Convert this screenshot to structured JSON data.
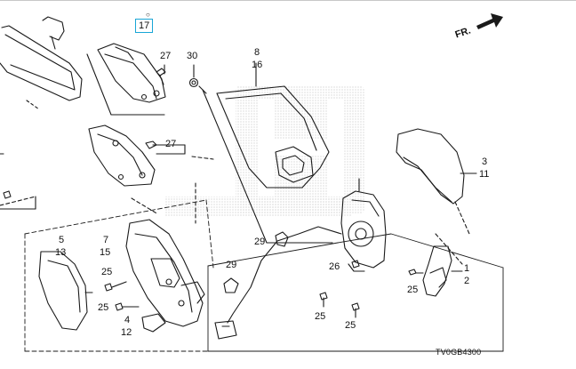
{
  "direction": {
    "label": "FR."
  },
  "diagram_code": "TV0GB4300",
  "highlighted_callout": "17",
  "callouts": {
    "c30": "30",
    "c8": "8",
    "c16": "16",
    "c27a": "27",
    "c27b": "27",
    "c3": "3",
    "c11": "11",
    "c5": "5",
    "c13": "13",
    "c7": "7",
    "c15": "15",
    "c25a": "25",
    "c25b": "25",
    "c4": "4",
    "c12": "12",
    "c29a": "29",
    "c29b": "29",
    "c26": "26",
    "c25c": "25",
    "c25d": "25",
    "c25e": "25",
    "c1": "1",
    "c2": "2"
  },
  "colors": {
    "line": "#1a1a1a",
    "highlight_box": "#19a6d6",
    "watermark": "#9a9a9a"
  }
}
